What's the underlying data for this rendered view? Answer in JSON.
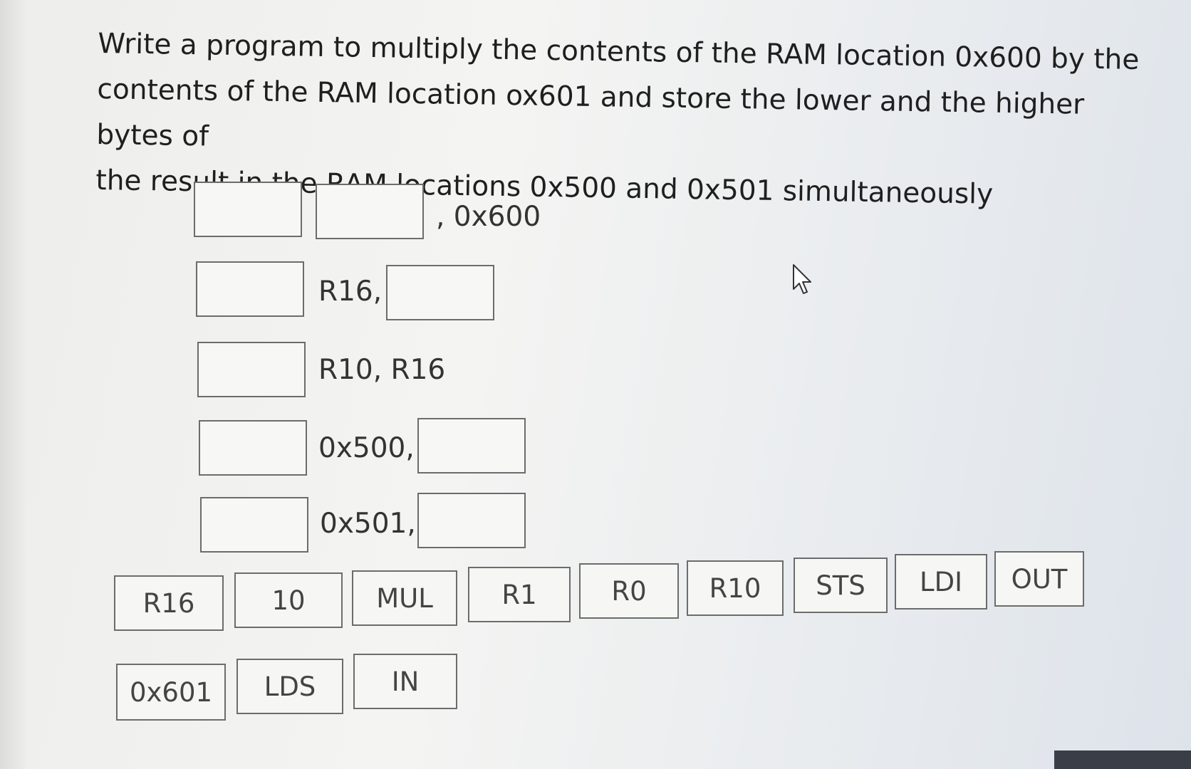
{
  "question": {
    "line1": "Write a program to multiply the contents of the RAM location 0x600 by the",
    "line2": "contents of the RAM location ox601 and store the lower and the higher bytes of",
    "line3": "the result in the RAM locations 0x500 and 0x501 simultaneously"
  },
  "program_lines": [
    {
      "text_after_box1": ", 0x600"
    },
    {
      "text_middle": "R16,"
    },
    {
      "text_middle": "R10, R16"
    },
    {
      "text_middle": "0x500,"
    },
    {
      "text_middle": "0x501,"
    }
  ],
  "tokens": {
    "row1": [
      "R16",
      "10",
      "MUL",
      "R1",
      "R0",
      "R10",
      "STS",
      "LDI",
      "OUT"
    ],
    "row2": [
      "0x601",
      "LDS",
      "IN"
    ]
  },
  "cursor_icon": "arrow-cursor-icon"
}
